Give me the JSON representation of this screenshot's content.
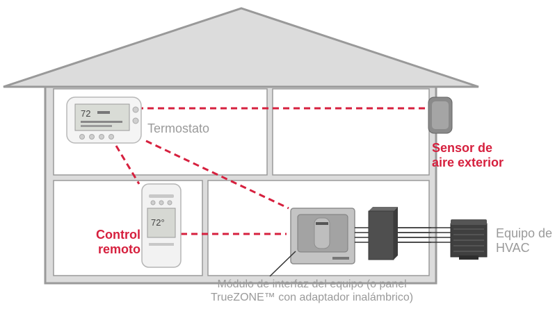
{
  "labels": {
    "thermostat": "Termostato",
    "outdoor_sensor": [
      "Sensor de",
      "aire exterior"
    ],
    "remote_control": [
      "Control",
      "remoto"
    ],
    "hvac_equipment": [
      "Equipo de",
      "HVAC"
    ],
    "interface_module": [
      "Módulo de interfaz del equipo (o panel",
      "TrueZONE™ con adaptador inalámbrico)"
    ]
  },
  "displays": {
    "thermostat_temp": "72",
    "remote_temp": "72°"
  },
  "colors": {
    "house_fill": "#dcdcdc",
    "house_outline": "#999999",
    "wireless_link": "#d6203e",
    "label_gray": "#9a9a9a",
    "label_red": "#d6203e"
  }
}
